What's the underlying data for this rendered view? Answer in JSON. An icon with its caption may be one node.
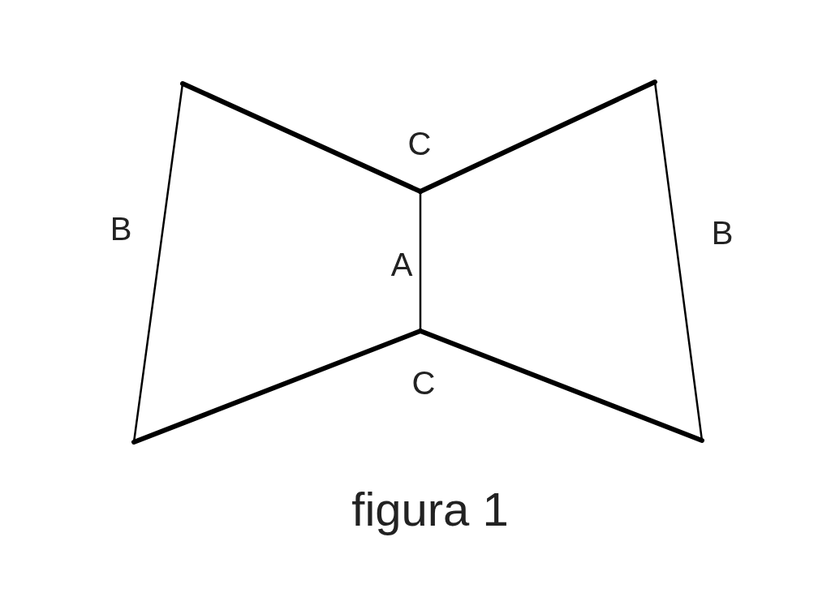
{
  "diagram": {
    "caption": "figura 1",
    "labels": [
      "C",
      "B",
      "B",
      "A",
      "C"
    ]
  }
}
